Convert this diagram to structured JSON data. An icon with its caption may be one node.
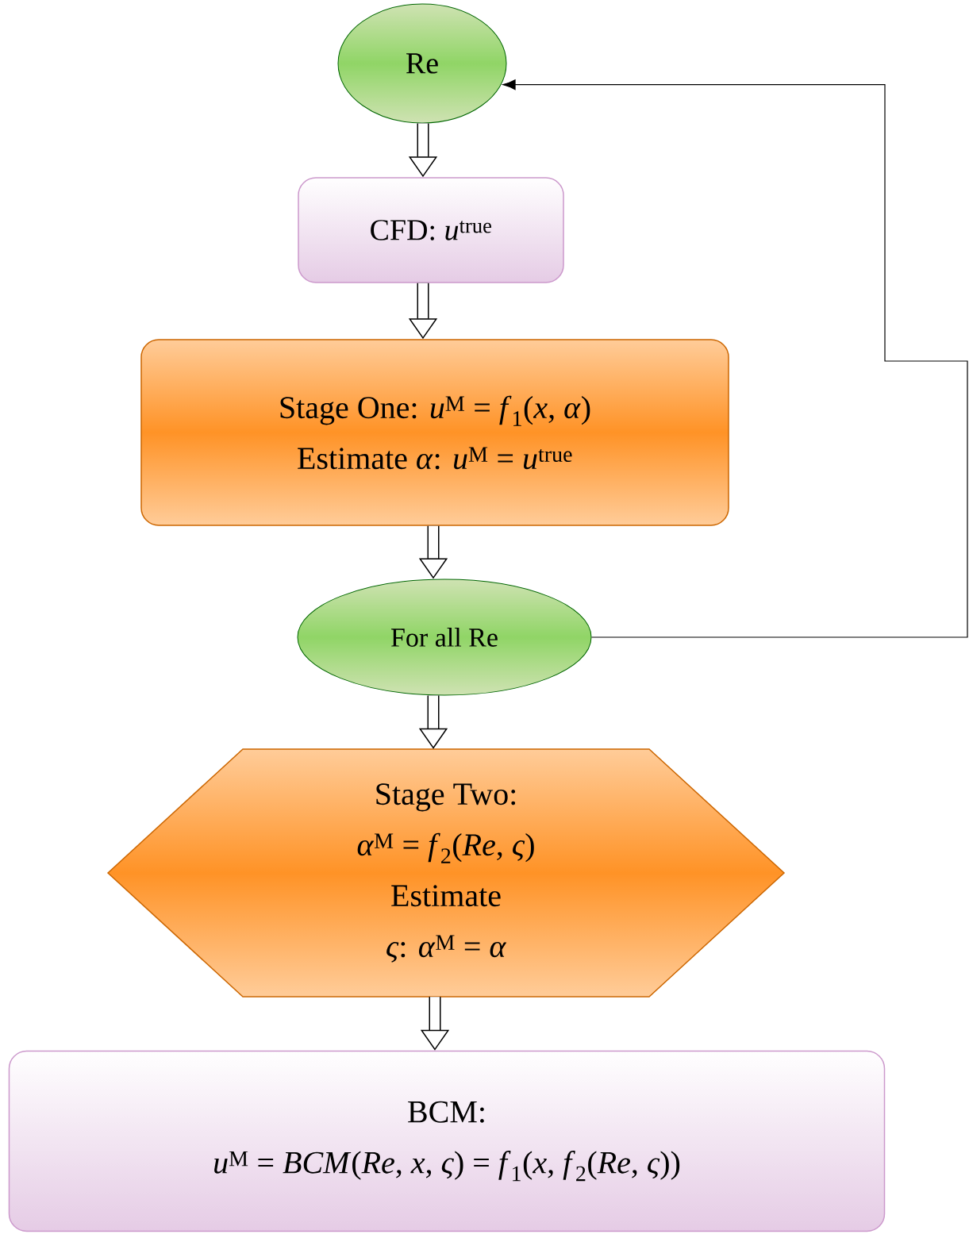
{
  "diagram": {
    "nodes": [
      {
        "text": [
          "Re"
        ]
      },
      {
        "text": [
          "CFD: *u*$^{true}$"
        ]
      },
      {
        "text": [
          "Stage One: *u*$^{M}$ = *f*$_{1}$(*x*, *α*)",
          "Estimate *α*: *u*$^{M}$ = *u*$^{true}$"
        ]
      },
      {
        "text": [
          "For all Re"
        ]
      },
      {
        "text": [
          "Stage Two:",
          "*α*$^{M}$ = *f*$_{2}$(*Re*, *ς*)",
          "Estimate",
          "*ς*: *α*$^{M}$ = *α*"
        ]
      },
      {
        "text": [
          "BCM:",
          "*u*$^{M}$ = *BCM*(*Re*, *x*, *ς*) = *f*$_{1}$(*x*, *f*$_{2}$(*Re*, *ς*))"
        ]
      }
    ],
    "edges": [
      {
        "from": 0,
        "to": 1,
        "arrow": "to"
      },
      {
        "from": 1,
        "to": 2,
        "arrow": "to"
      },
      {
        "from": 2,
        "to": 3,
        "arrow": "to"
      },
      {
        "from": 3,
        "to": 4,
        "arrow": "to"
      },
      {
        "from": 4,
        "to": 5,
        "arrow": "to"
      },
      {
        "from": 3,
        "to": 0,
        "arrow": "to"
      }
    ]
  }
}
